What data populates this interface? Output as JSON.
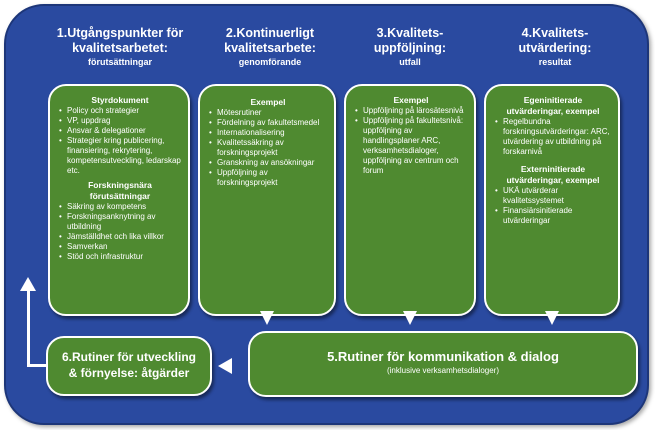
{
  "stage1": {
    "heading_line1": "1.Utgångspunkter för",
    "heading_line2": "kvalitetsarbetet:",
    "subheading": "förutsättningar",
    "group1_title": "Styrdokument",
    "group1_items": [
      "Policy och strategier",
      "VP, uppdrag",
      "Ansvar & delegationer",
      "Strategier kring publicering, finansiering, rekrytering, kompetensutveckling, ledarskap etc."
    ],
    "group2_title": "Forskningsnära förutsättningar",
    "group2_items": [
      "Säkring av kompetens",
      "Forskningsanknytning av utbildning",
      "Jämställdhet och lika villkor",
      "Samverkan",
      "Stöd och infrastruktur"
    ]
  },
  "stage2": {
    "heading_line1": "2.Kontinuerligt",
    "heading_line2": "kvalitetsarbete:",
    "subheading": "genomförande",
    "box_title": "Exempel",
    "items": [
      "Mötesrutiner",
      "Fördelning av fakultetsmedel",
      "Internationalisering",
      "Kvalitetssäkring av forskningsprojekt",
      "Granskning av ansökningar",
      "Uppföljning av forskningsprojekt"
    ]
  },
  "stage3": {
    "heading_line1": "3.Kvalitets-",
    "heading_line2": "uppföljning:",
    "subheading": "utfall",
    "box_title": "Exempel",
    "items": [
      "Uppföljning på lärosätesnivå",
      "Uppföljning på fakultetsnivå: uppföljning av handlingsplaner ARC, verksamhetsdialoger, uppföljning av centrum och forum"
    ]
  },
  "stage4": {
    "heading_line1": "4.Kvalitets-",
    "heading_line2": "utvärdering:",
    "subheading": "resultat",
    "group1_title_line1": "Egeninitierade",
    "group1_title_line2": "utvärderingar, exempel",
    "group1_items": [
      "Regelbundna forskningsutvärderingar: ARC, utvärdering av utbildning på forskarnivå"
    ],
    "group2_title_line1": "Externinitierade",
    "group2_title_line2": "utvärderingar, exempel",
    "group2_items": [
      "UKÄ utvärderar kvalitetssystemet",
      "Finansiärsinitierade utvärderingar"
    ]
  },
  "stage5": {
    "title": "5.Rutiner för kommunikation & dialog",
    "subtitle": "(inklusive verksamhetsdialoger)"
  },
  "stage6": {
    "title_line1": "6.Rutiner för utveckling",
    "title_line2": "& förnyelse: åtgärder"
  },
  "colors": {
    "frame": "#2a4aa0",
    "box": "#4f8a30",
    "text": "#ffffff"
  }
}
